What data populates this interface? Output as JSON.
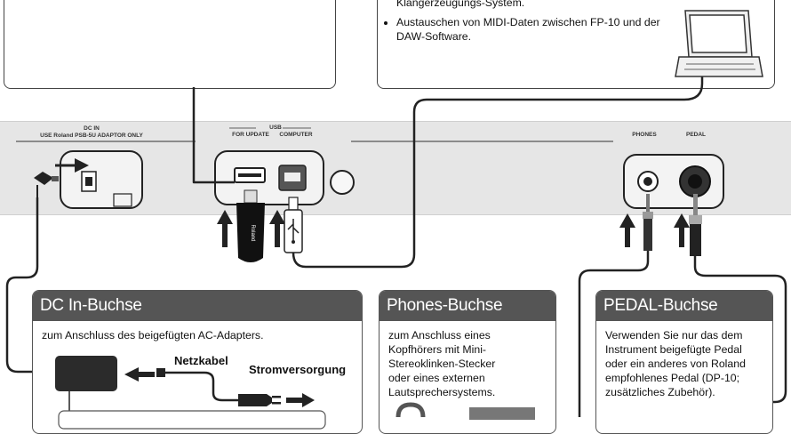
{
  "top_right_box": {
    "partial_line": "Klangerzeugungs-System.",
    "bullet": "Austauschen von MIDI-Daten zwischen FP-10 und der DAW-Software."
  },
  "panel": {
    "dc_in_title": "DC IN",
    "dc_in_sub": "USE Roland PSB-5U ADAPTOR ONLY",
    "usb_title": "USB",
    "usb_for_update": "FOR UPDATE",
    "usb_computer": "COMPUTER",
    "phones": "PHONES",
    "pedal": "PEDAL",
    "usb_stick_brand": "Roland"
  },
  "cards": {
    "dc": {
      "title": "DC In-Buchse",
      "text": "zum Anschluss des beigefügten AC-Adapters.",
      "netzkabel": "Netzkabel",
      "stromversorgung": "Stromversorgung"
    },
    "phones": {
      "title": "Phones-Buchse",
      "text": "zum Anschluss eines Kopfhörers mit Mini-Stereoklinken-Stecker oder eines externen Lautsprechersystems."
    },
    "pedal": {
      "title": "PEDAL-Buchse",
      "text": "Verwenden Sie nur das dem Instrument beigefügte Pedal oder ein anderes von Roland empfohlenes Pedal (DP-10; zusätzliches Zubehör)."
    }
  }
}
